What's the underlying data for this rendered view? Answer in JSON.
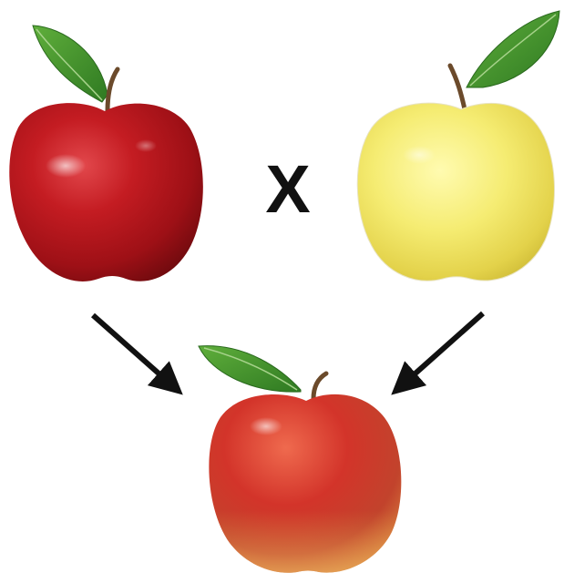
{
  "diagram": {
    "operator_symbol": "X",
    "parents": [
      {
        "name": "red-apple",
        "color": "#b3141c"
      },
      {
        "name": "yellow-apple",
        "color": "#f2e46a"
      }
    ],
    "offspring": {
      "name": "red-yellow-hybrid-apple",
      "color": "#d0352a"
    },
    "colors": {
      "arrow": "#111111",
      "leaf": "#3f8f2c",
      "stem": "#6b4a2b"
    }
  }
}
